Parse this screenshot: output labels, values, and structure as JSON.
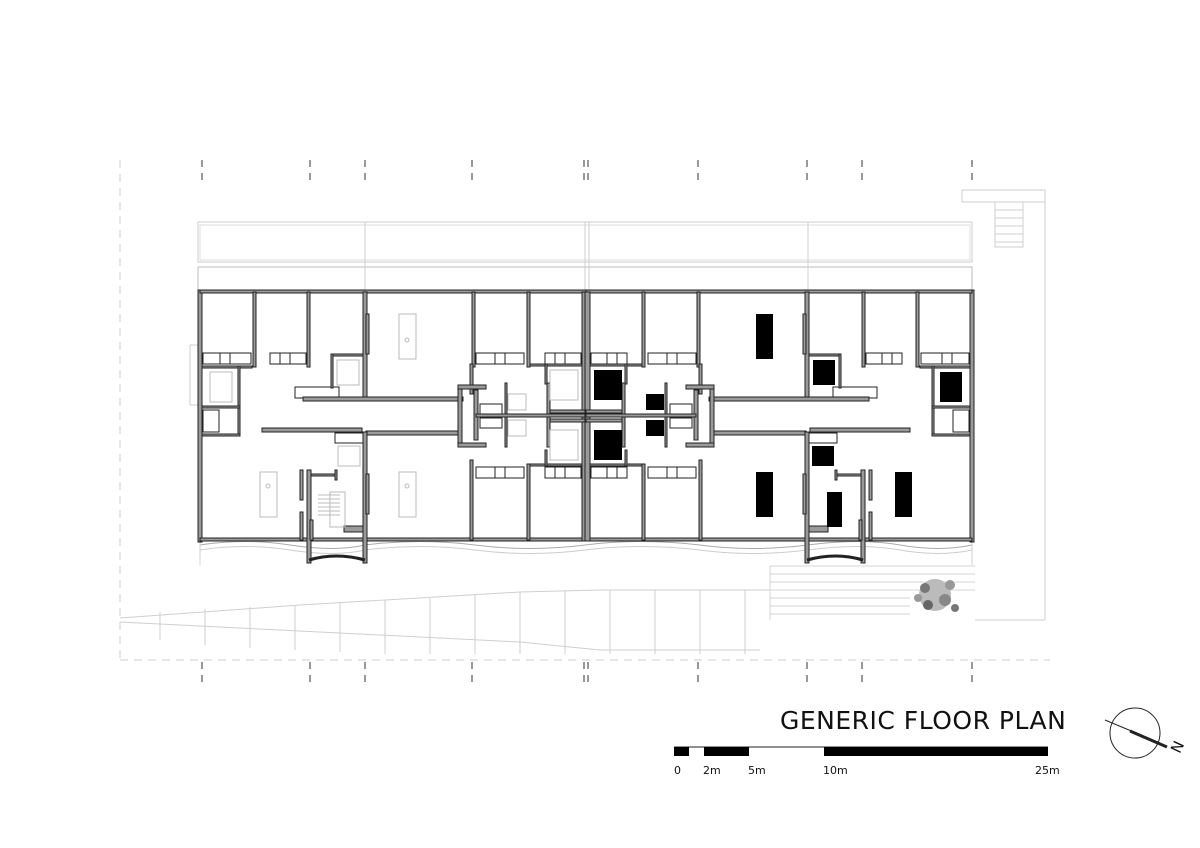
{
  "title": "GENERIC FLOOR PLAN",
  "scale_bar": {
    "labels": [
      "0",
      "2m",
      "5m",
      "10m",
      "25m"
    ],
    "unit": "m"
  },
  "north_arrow": {
    "label": "N"
  },
  "colors": {
    "wall_fill": "#9a9a9a",
    "wall_line": "#222222",
    "context_line": "#c8c8c8"
  }
}
